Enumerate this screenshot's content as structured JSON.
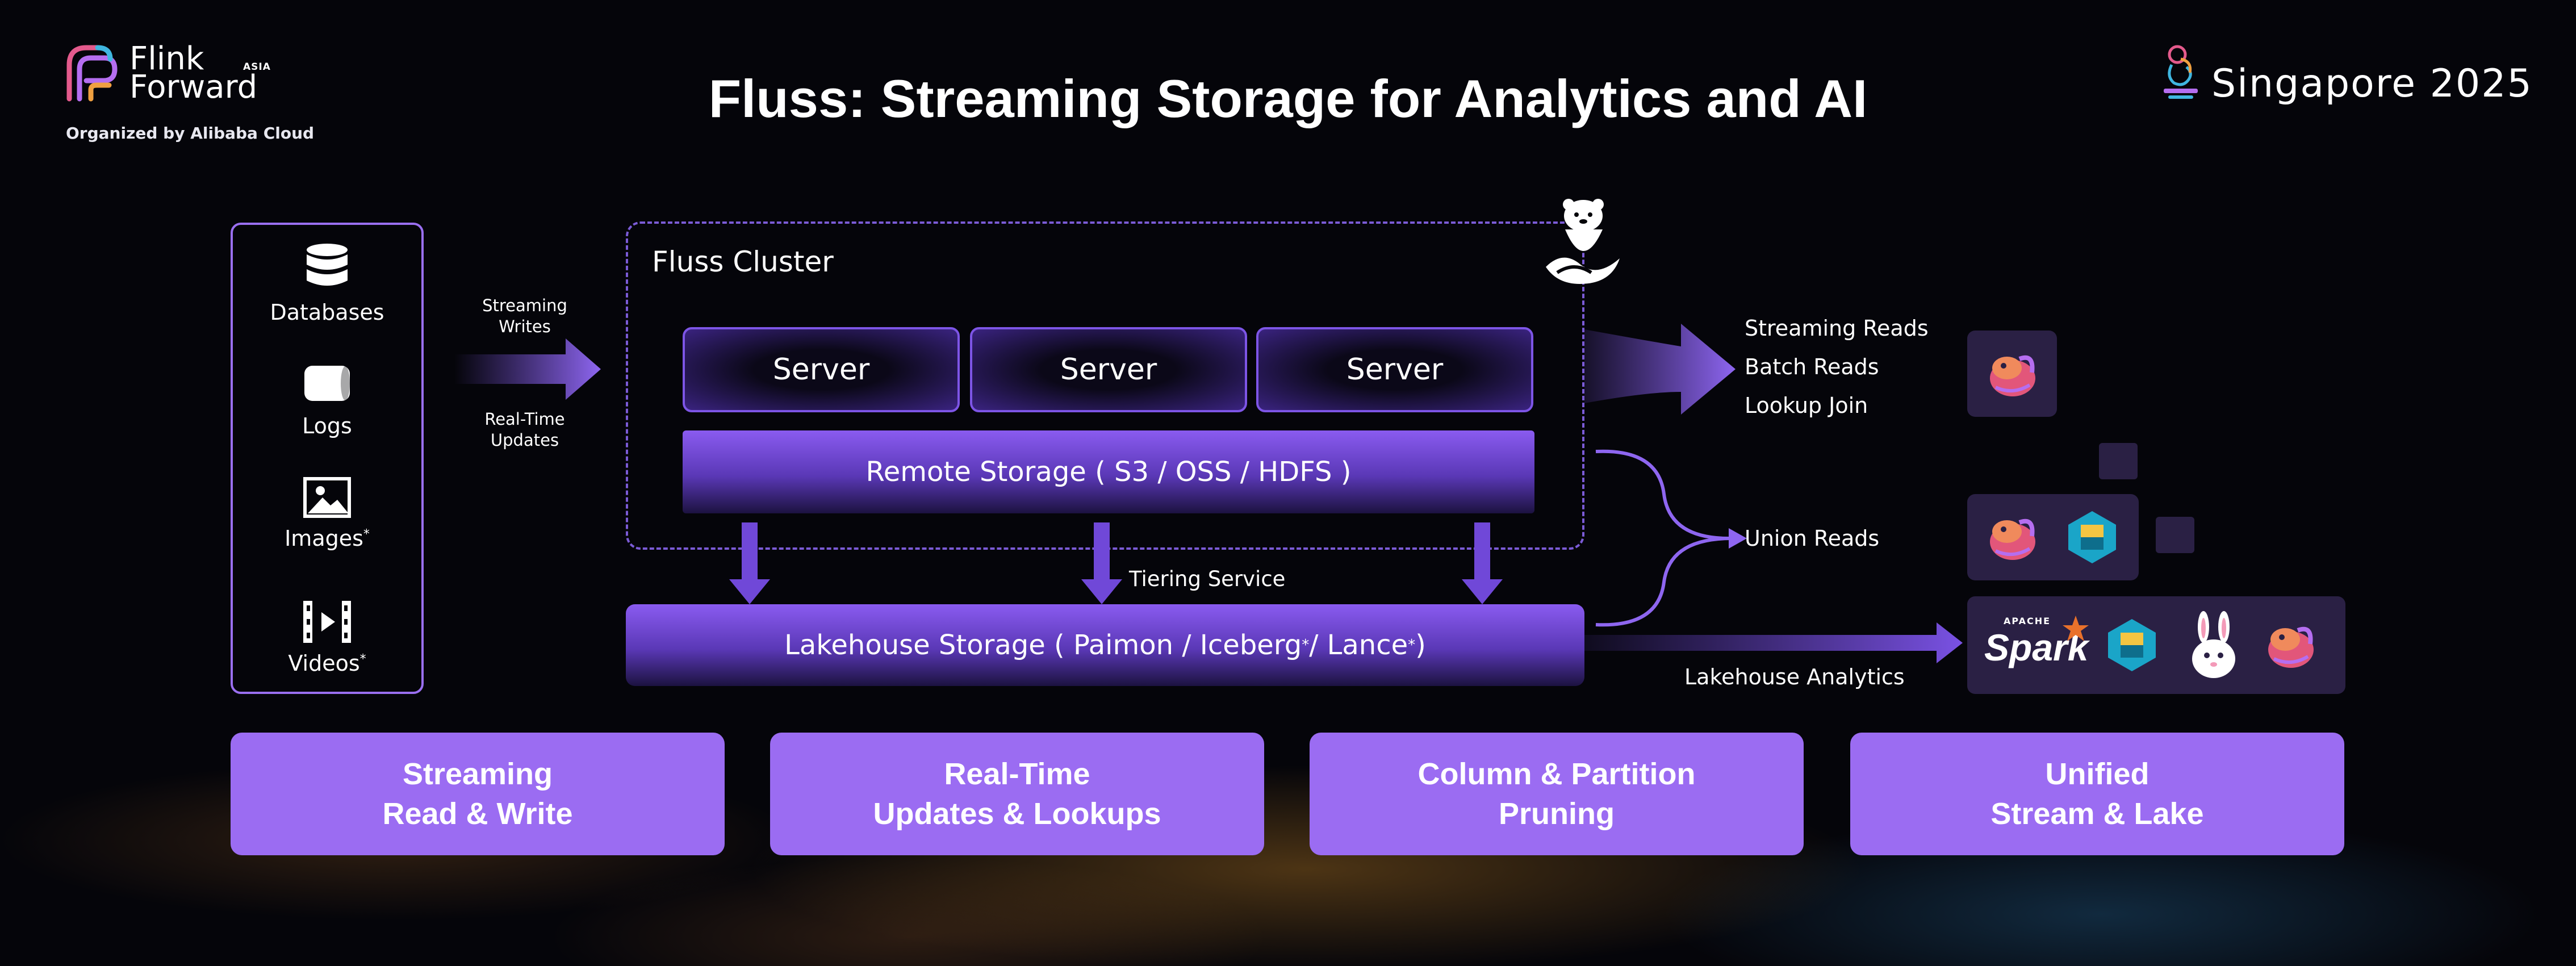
{
  "header": {
    "brand_line1": "Flink",
    "brand_line2": "Forward",
    "brand_region": "ASIA",
    "organizer": "Organized by Alibaba Cloud",
    "title": "Fluss: Streaming Storage for Analytics and AI",
    "event": "Singapore 2025"
  },
  "sources": [
    {
      "label": "Databases",
      "icon": "database-icon",
      "sup": ""
    },
    {
      "label": "Logs",
      "icon": "log-icon",
      "sup": ""
    },
    {
      "label": "Images",
      "icon": "image-icon",
      "sup": "*"
    },
    {
      "label": "Videos",
      "icon": "video-icon",
      "sup": "*"
    }
  ],
  "ingest": {
    "top_line1": "Streaming",
    "top_line2": "Writes",
    "bottom_line1": "Real-Time",
    "bottom_line2": "Updates"
  },
  "cluster": {
    "title": "Fluss Cluster",
    "servers": [
      "Server",
      "Server",
      "Server"
    ],
    "remote_storage": "Remote Storage ( S3 / OSS / HDFS )",
    "tiering": "Tiering Service",
    "lake_prefix": "Lakehouse Storage  ( Paimon / Iceberg",
    "lake_sup1": "*",
    "lake_mid": " / Lance",
    "lake_sup2": "*",
    "lake_suffix": ")"
  },
  "reads": {
    "streaming": "Streaming Reads",
    "batch": "Batch Reads",
    "lookup": "Lookup Join",
    "union": "Union Reads",
    "lakehouse": "Lakehouse Analytics",
    "spark_small": "APACHE",
    "spark": "Spark"
  },
  "features": [
    {
      "line1": "Streaming",
      "line2": "Read & Write"
    },
    {
      "line1": "Real-Time",
      "line2": "Updates & Lookups"
    },
    {
      "line1": "Column & Partition",
      "line2": "Pruning"
    },
    {
      "line1": "Unified",
      "line2": "Stream & Lake"
    }
  ],
  "colors": {
    "accent": "#9b6cf2",
    "accent_dark": "#5a38b6",
    "background": "#05050a",
    "engine_box": "#2a2044"
  }
}
